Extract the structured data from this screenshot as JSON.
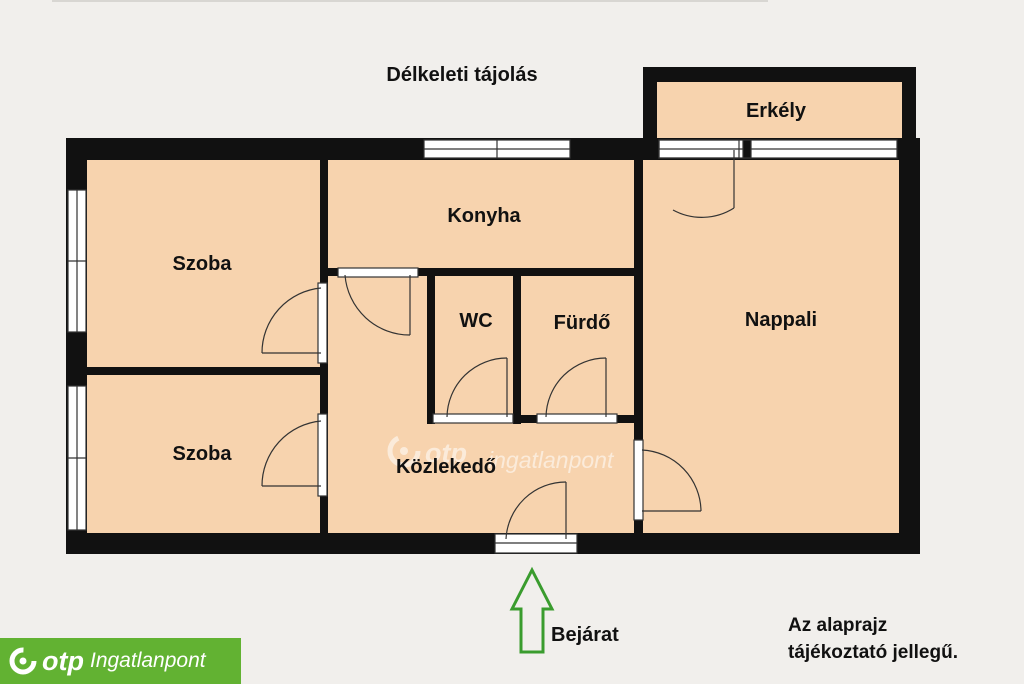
{
  "orientation": "Délkeleti tájolás",
  "rooms": {
    "erkely": "Erkély",
    "konyha": "Konyha",
    "szoba_top": "Szoba",
    "szoba_bottom": "Szoba",
    "wc": "WC",
    "furdo": "Fürdő",
    "nappali": "Nappali",
    "kozlekedo": "Közlekedő"
  },
  "entrance": "Bejárat",
  "disclaimer": [
    "Az alaprajz",
    "tájékoztató jellegű."
  ],
  "watermark": {
    "otp": "otp",
    "brand": "ingatlanpont"
  },
  "logo": {
    "otp": "otp",
    "brand": "Ingatlanpont"
  },
  "colors": {
    "room_fill": "#f7d3ae",
    "wall": "#111111",
    "background": "#f1efec",
    "logo_green": "#62b232",
    "arrow_green": "#3a9c2e"
  }
}
